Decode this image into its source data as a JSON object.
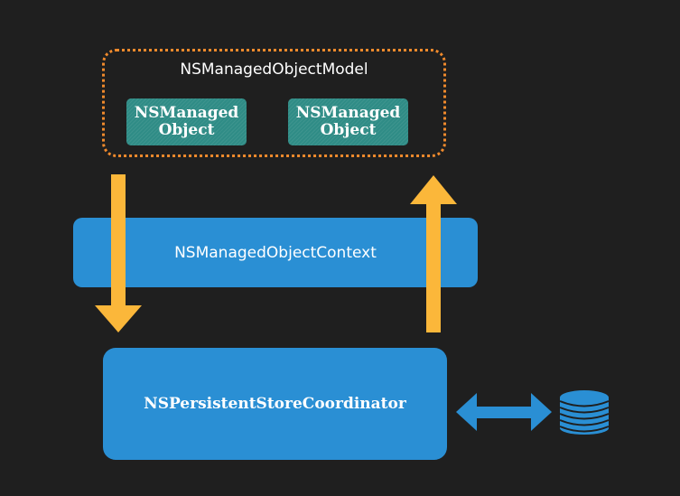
{
  "model": {
    "title": "NSManagedObjectModel",
    "objects": [
      {
        "label": "NSManaged Object"
      },
      {
        "label": "NSManaged Object"
      }
    ]
  },
  "context": {
    "label": "NSManagedObjectContext"
  },
  "coordinator": {
    "label": "NSPersistentStoreCoordinator"
  },
  "colors": {
    "background": "#1f1f1f",
    "model_border": "#f08a2c",
    "managed_object": "#2f8c86",
    "blue_box": "#2a8fd4",
    "arrow_yellow": "#fbb73a",
    "arrow_blue": "#2a8fd4"
  },
  "icons": {
    "down_arrow": "down-arrow-icon",
    "up_arrow": "up-arrow-icon",
    "double_arrow": "double-arrow-icon",
    "database": "database-icon"
  }
}
